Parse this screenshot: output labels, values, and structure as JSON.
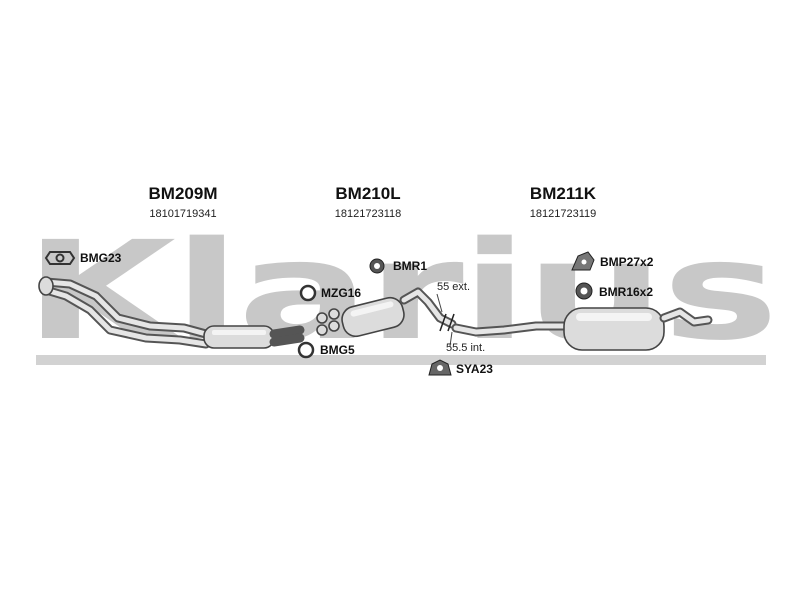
{
  "watermark": {
    "text": "Klarius"
  },
  "sections": [
    {
      "code": "BM209M",
      "number": "18101719341"
    },
    {
      "code": "BM210L",
      "number": "18121723118"
    },
    {
      "code": "BM211K",
      "number": "18121723119"
    }
  ],
  "parts": {
    "bmg23": "BMG23",
    "bmr1": "BMR1",
    "mzg16": "MZG16",
    "bmg5": "BMG5",
    "sya23": "SYA23",
    "bmp27x2": "BMP27x2",
    "bmr16x2": "BMR16x2"
  },
  "notes": {
    "ext": "55 ext.",
    "int": "55.5 int."
  },
  "colors": {
    "watermark": "#c8c8c8",
    "pipe": "#555555"
  }
}
